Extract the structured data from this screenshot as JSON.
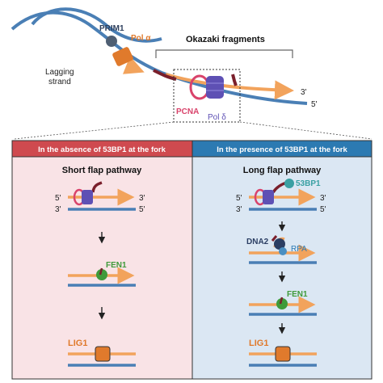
{
  "colors": {
    "dna_blue": "#4a7fb5",
    "new_strand_orange": "#f2a35c",
    "flap_red": "#7a1f2b",
    "pcna_pink": "#d9436b",
    "pol_delta_purple": "#5e50b4",
    "pol_alpha_orange": "#e07a2c",
    "prim1_gray": "#4f5f73",
    "fen1_green": "#3f9a3a",
    "lig1_orange": "#e07a2c",
    "bp53_teal": "#3aa0a3",
    "rpa_blue": "#4a8fc2",
    "dna2_navy": "#2b3e63",
    "left_header_bg": "#cf4a4f",
    "right_header_bg": "#2c7ab2",
    "left_panel_bg": "#f9e3e6",
    "right_panel_bg": "#dbe7f3"
  },
  "top": {
    "prim1_label": "PRIM1",
    "pol_alpha_label": "Pol α",
    "okazaki_label": "Okazaki fragments",
    "lagging_label_line1": "Lagging",
    "lagging_label_line2": "strand",
    "end_3prime": "3'",
    "end_5prime": "5'",
    "pcna_label": "PCNA",
    "pol_delta_label": "Pol δ"
  },
  "left_panel": {
    "header": "In the absence of 53BP1 at the fork",
    "title": "Short flap pathway",
    "end_5prime": "5'",
    "end_3prime": "3'",
    "fen1_label": "FEN1",
    "lig1_label": "LIG1"
  },
  "right_panel": {
    "header": "In the presence of 53BP1 at the fork",
    "title": "Long flap pathway",
    "bp53_label": "53BP1",
    "end_5prime": "5'",
    "end_3prime": "3'",
    "dna2_label": "DNA2",
    "rpa_label": "RPA",
    "fen1_label": "FEN1",
    "lig1_label": "LIG1"
  }
}
